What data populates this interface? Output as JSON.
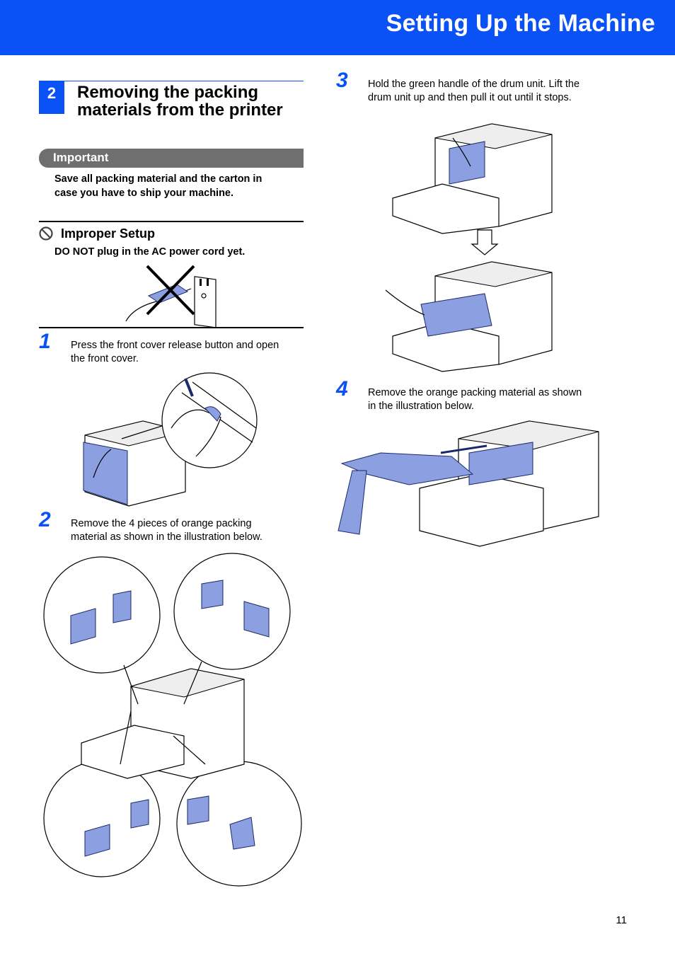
{
  "header": {
    "title": "Setting Up the Machine"
  },
  "section": {
    "number": "2",
    "title_line1": "Removing the packing",
    "title_line2": "materials from the printer"
  },
  "important": {
    "label": "Important",
    "line1": "Save all packing material and the carton in",
    "line2": "case you have to ship your machine."
  },
  "improper": {
    "title": "Improper Setup",
    "text": "DO NOT plug in the AC power cord yet."
  },
  "steps": [
    {
      "number": "1",
      "line1": "Press the front cover release button and open",
      "line2": "the front cover."
    },
    {
      "number": "2",
      "line1": "Remove the 4 pieces of orange packing",
      "line2": "material as shown in the illustration below."
    },
    {
      "number": "3",
      "line1": "Hold the green handle of the drum unit. Lift the",
      "line2": "drum unit up and then pull it out until it stops."
    },
    {
      "number": "4",
      "line1": "Remove the orange packing material as shown",
      "line2": "in the illustration below."
    }
  ],
  "footer": {
    "page_number": "11"
  },
  "colors": {
    "brand_blue": "#0a52f5",
    "important_gray": "#6f6f6f",
    "illustration_blue": "#8c9fe0"
  },
  "icons": [
    "prohibited-icon"
  ]
}
